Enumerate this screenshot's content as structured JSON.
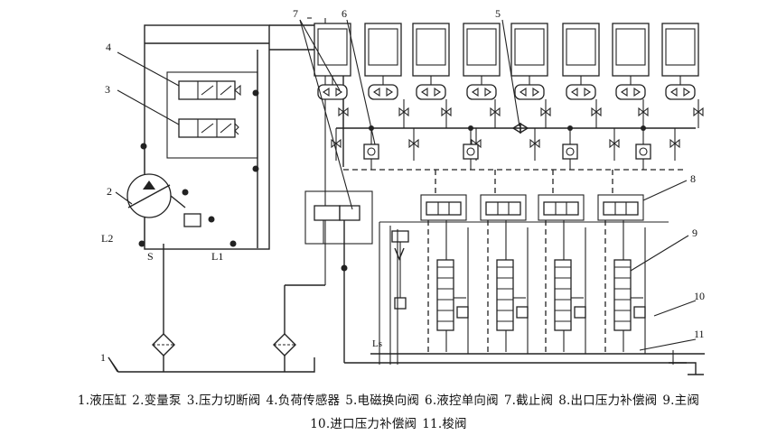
{
  "diagram": {
    "labels": {
      "n1": "1",
      "n2": "2",
      "n3": "3",
      "n4": "4",
      "n5": "5",
      "n6": "6",
      "n7": "7",
      "n8": "8",
      "n9": "9",
      "n10": "10",
      "n11": "11",
      "L1": "L1",
      "L2": "L2",
      "S": "S",
      "LS": "Ls"
    }
  },
  "legend": {
    "line1": [
      "1.液压缸",
      "2.变量泵",
      "3.压力切断阀",
      "4.负荷传感器",
      "5.电磁换向阀",
      "6.液控单向阀",
      "7.截止阀",
      "8.出口压力补偿阀",
      "9.主阀"
    ],
    "line2": [
      "10.进口压力补偿阀",
      "11.梭阀"
    ]
  }
}
